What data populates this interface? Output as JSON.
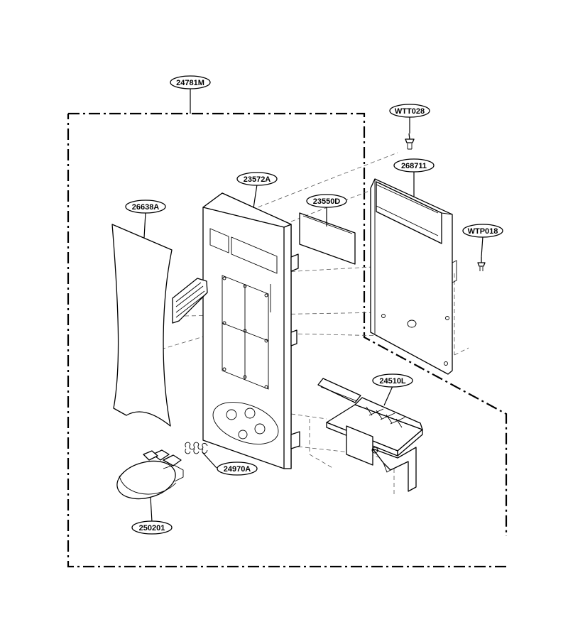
{
  "diagram": {
    "type": "exploded-parts-view",
    "assembly_label": "24781M",
    "parts": [
      {
        "id": "wtt028",
        "label": "WTT028"
      },
      {
        "id": "268711",
        "label": "268711"
      },
      {
        "id": "wtp018",
        "label": "WTP018"
      },
      {
        "id": "23572a",
        "label": "23572A"
      },
      {
        "id": "23550d",
        "label": "23550D"
      },
      {
        "id": "26638a",
        "label": "26638A"
      },
      {
        "id": "24510l",
        "label": "24510L"
      },
      {
        "id": "24970a",
        "label": "24970A"
      },
      {
        "id": "250201",
        "label": "250201"
      }
    ]
  }
}
